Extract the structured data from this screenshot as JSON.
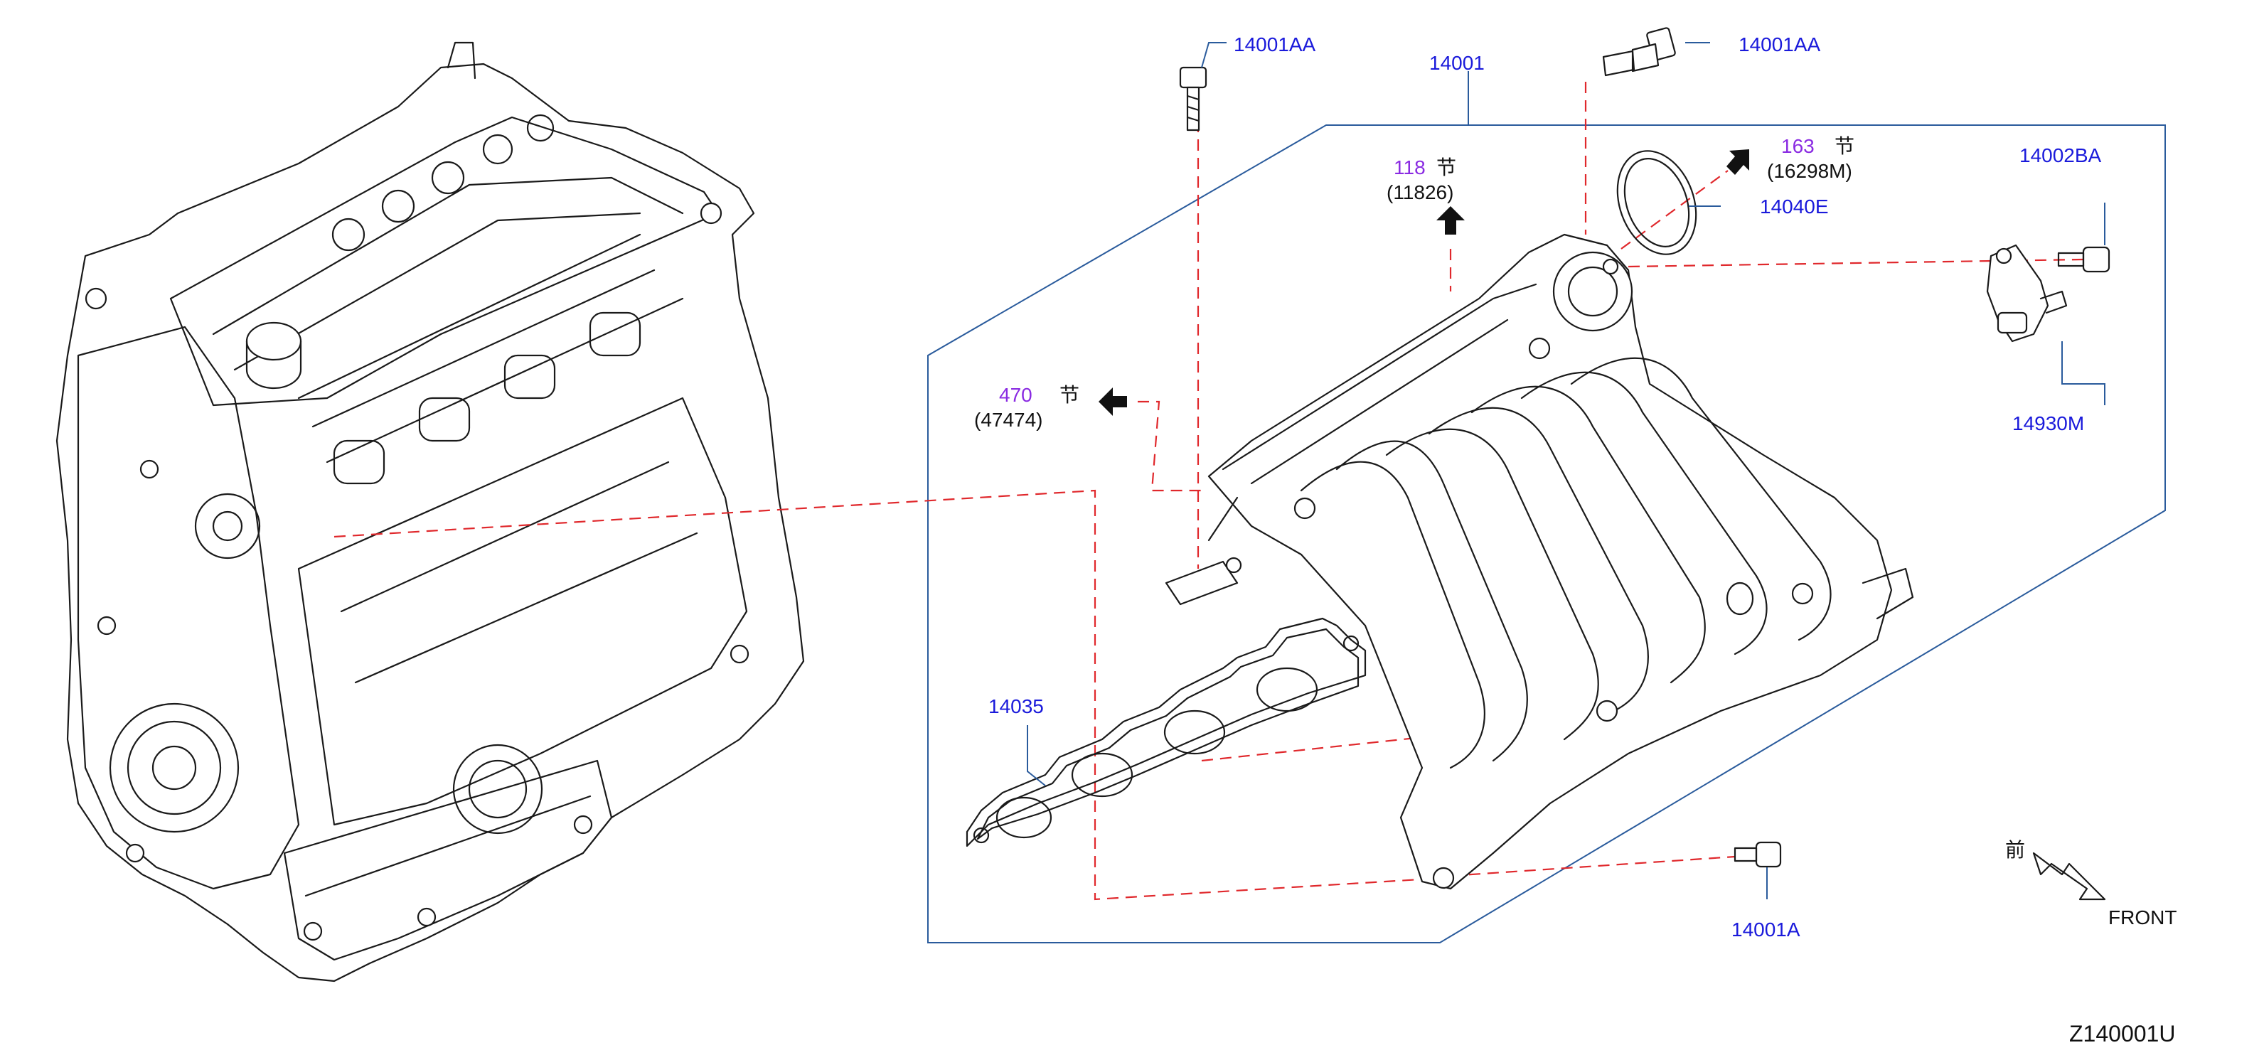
{
  "colors": {
    "part_label": "#1a1adb",
    "section_ref": "#8a2be2",
    "text": "#111111",
    "dashed_leader": "#e0282c",
    "frame_leader": "#2a5b9c"
  },
  "labels": {
    "bolt_top_left": "14001AA",
    "manifold": "14001",
    "bolt_top_right": "14001AA",
    "gasket_ring": "14040E",
    "bolt_right": "14002BA",
    "sensor": "14930M",
    "gasket": "14035",
    "bolt_bottom": "14001A"
  },
  "section_refs": {
    "ref_118": {
      "section": "118",
      "glyph": "节",
      "code": "(11826)"
    },
    "ref_163": {
      "section": "163",
      "glyph": "节",
      "code": "(16298M)"
    },
    "ref_470": {
      "section": "470",
      "glyph": "节",
      "code": "(47474)"
    }
  },
  "front": {
    "glyph": "前",
    "label": "FRONT"
  },
  "diagram_id": "Z140001U"
}
